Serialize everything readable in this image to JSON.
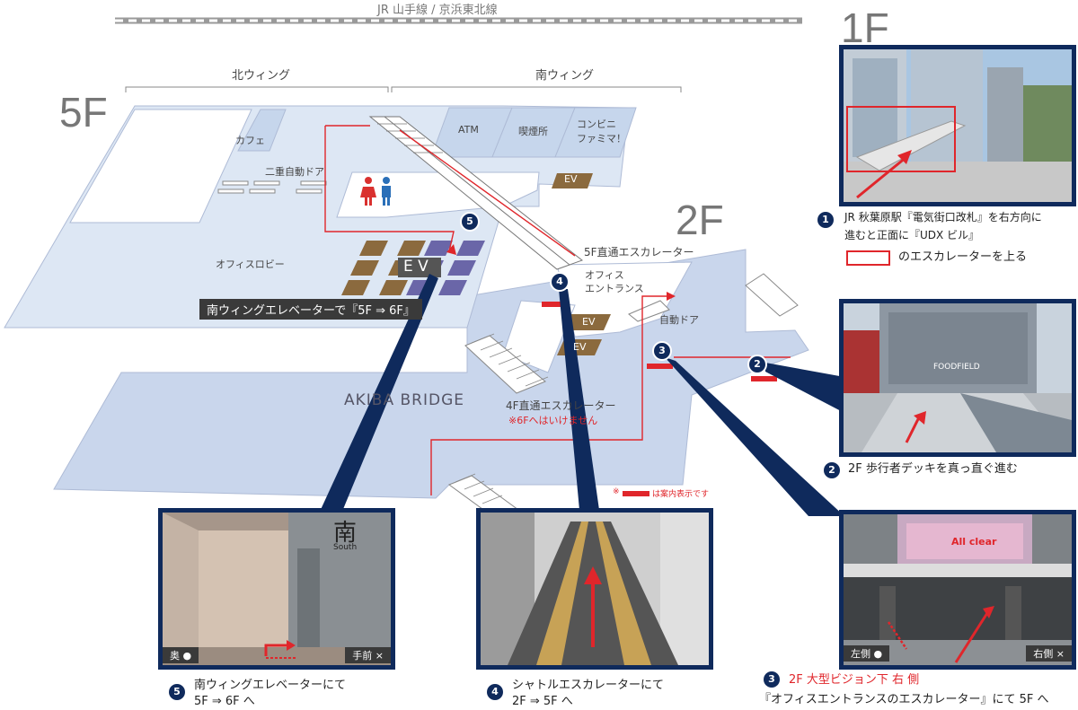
{
  "header": {
    "rail_label": "JR 山手線 / 京浜東北線"
  },
  "floor_labels": {
    "f5": "5F",
    "f2": "2F",
    "f1": "1F"
  },
  "wings": {
    "north": "北ウィング",
    "south": "南ウィング"
  },
  "rooms": {
    "cafe": "カフェ",
    "double_door": "二重自動ドア",
    "atm": "ATM",
    "smoking": "喫煙所",
    "convenience": "コンビニ",
    "famima": "ファミマ！",
    "office_lobby": "オフィスロビー",
    "ev_small": "EV",
    "ev_large": "E V",
    "ev_2f_a": "EV",
    "ev_2f_b": "EV",
    "office_entrance_1": "オフィス",
    "office_entrance_2": "エントランス",
    "auto_door": "自動ドア",
    "esc_5f": "5F直通エスカレーター",
    "esc_4f": "4F直通エスカレーター",
    "esc_4f_warn": "※6Fへはいけません",
    "bridge": "AKIBA  BRIDGE",
    "sign_note_prefix": "※",
    "sign_note_suffix": "は案内表示です"
  },
  "elevator_banner": "南ウィングエレベーターで『5F ⇒ 6F』",
  "steps": [
    {
      "num": "1",
      "text1": "JR 秋葉原駅『電気街口改札』を右方向に",
      "text2": "進むと正面に『UDX ビル』",
      "legend": "のエスカレーターを上る"
    },
    {
      "num": "2",
      "text1": "2F 歩行者デッキを真っ直ぐ進む"
    },
    {
      "num": "3",
      "text1": "2F 大型ビジョン下  右 側",
      "text2": "『オフィスエントランスのエスカレーター』にて 5F へ"
    },
    {
      "num": "4",
      "text1": "シャトルエスカレーターにて",
      "text2": "2F ⇒ 5F へ"
    },
    {
      "num": "5",
      "text1": "南ウィングエレベーターにて",
      "text2": "5F ⇒ 6F へ"
    }
  ],
  "photo5": {
    "kanji": "南",
    "south": "South",
    "back": "奥  ●",
    "front": "手前  ×"
  },
  "photo3": {
    "left": "左側  ●",
    "right": "右側  ×",
    "billboard": "All clear"
  },
  "photo2": {
    "building": "FOODFIELD"
  },
  "colors": {
    "navy": "#0f2a5c",
    "red": "#e0262b",
    "floor": "#c9d6ec",
    "floor_light": "#dde7f4",
    "ev_brown": "#8b6a3e",
    "ev_purple": "#6a66a8"
  }
}
